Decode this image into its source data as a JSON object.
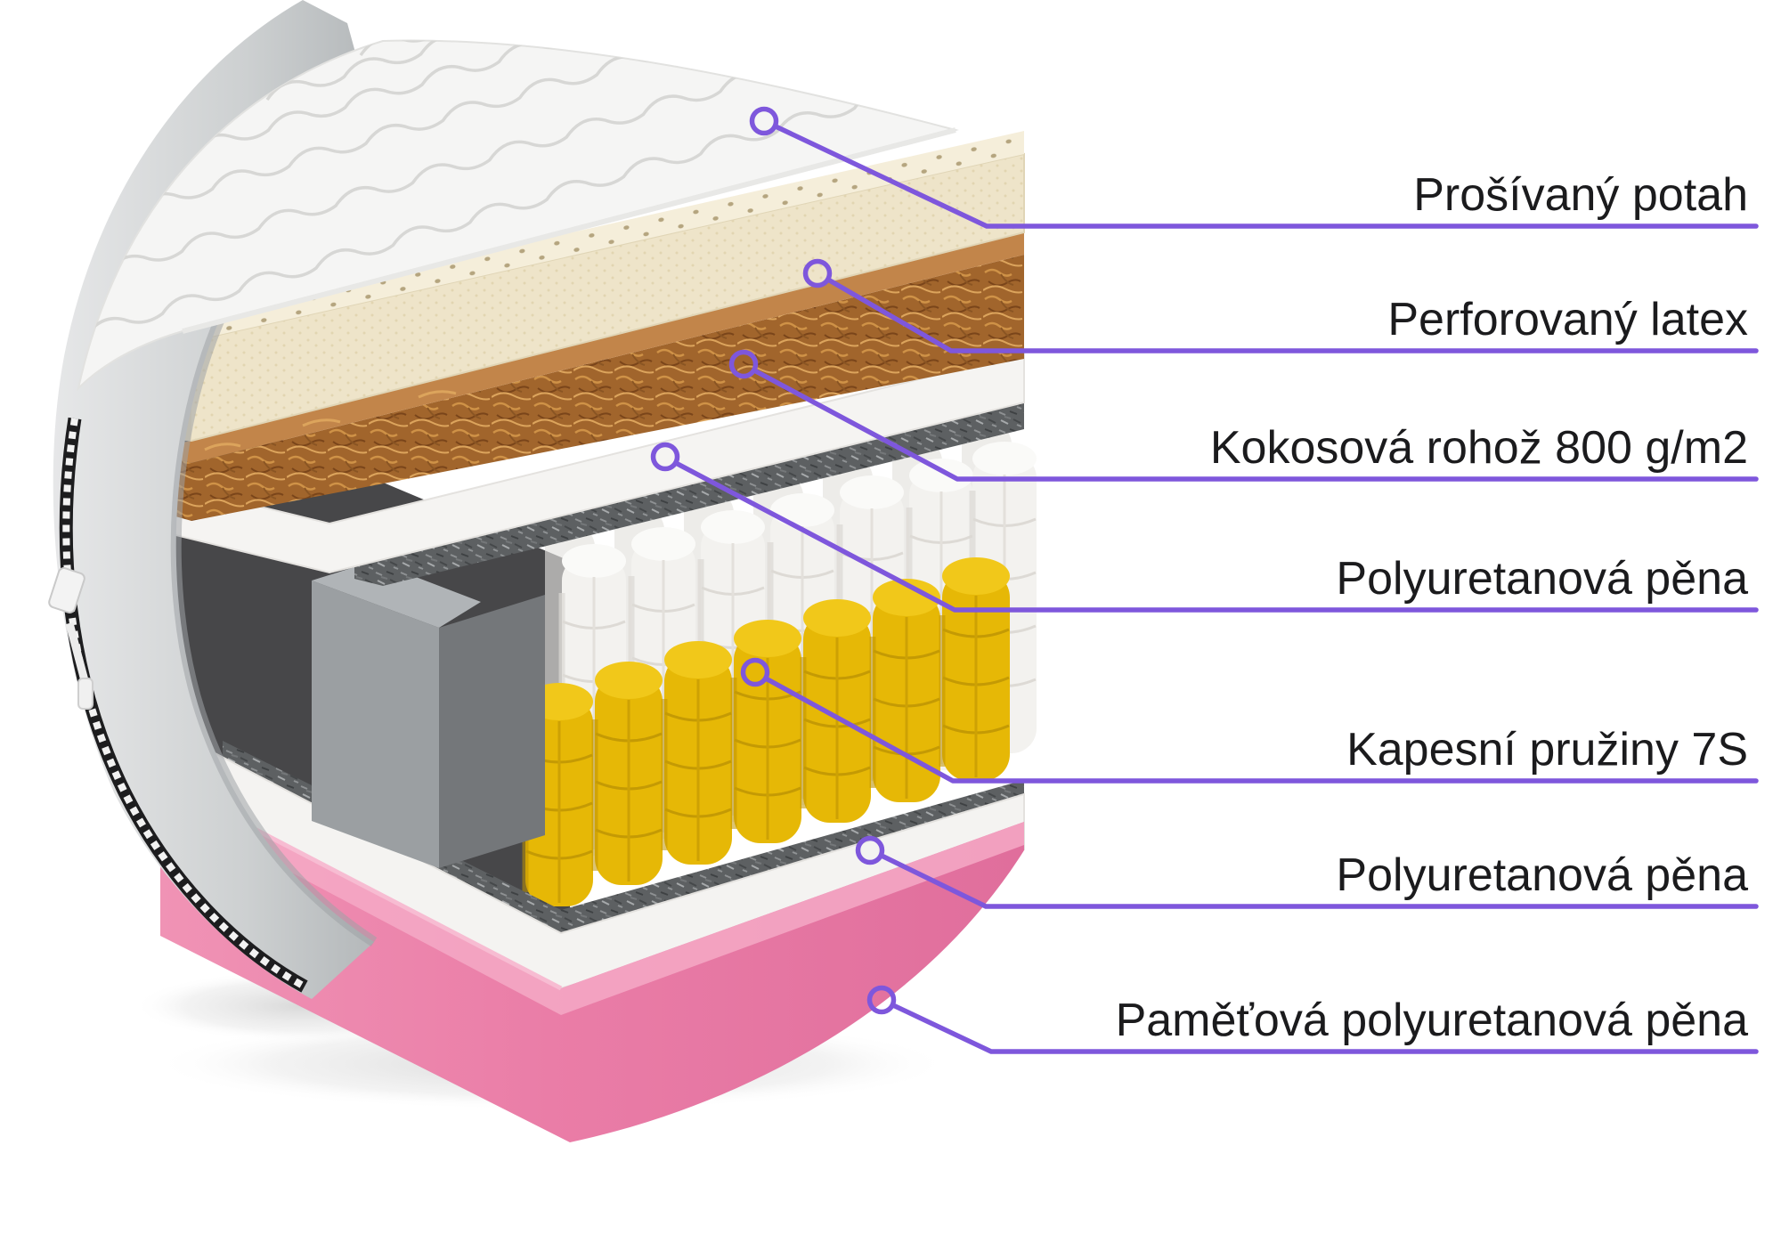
{
  "accent_color": "#7e57dc",
  "label_text_color": "#1b1b1d",
  "background_color": "#ffffff",
  "annotations": [
    {
      "label": "Prošívaný potah"
    },
    {
      "label": "Perforovaný latex"
    },
    {
      "label": "Kokosová rohož 800 g/m2"
    },
    {
      "label": "Polyuretanová pěna"
    },
    {
      "label": "Kapesní pružiny 7S"
    },
    {
      "label": "Polyuretanová pěna"
    },
    {
      "label": "Paměťová polyuretanová pěna"
    }
  ]
}
